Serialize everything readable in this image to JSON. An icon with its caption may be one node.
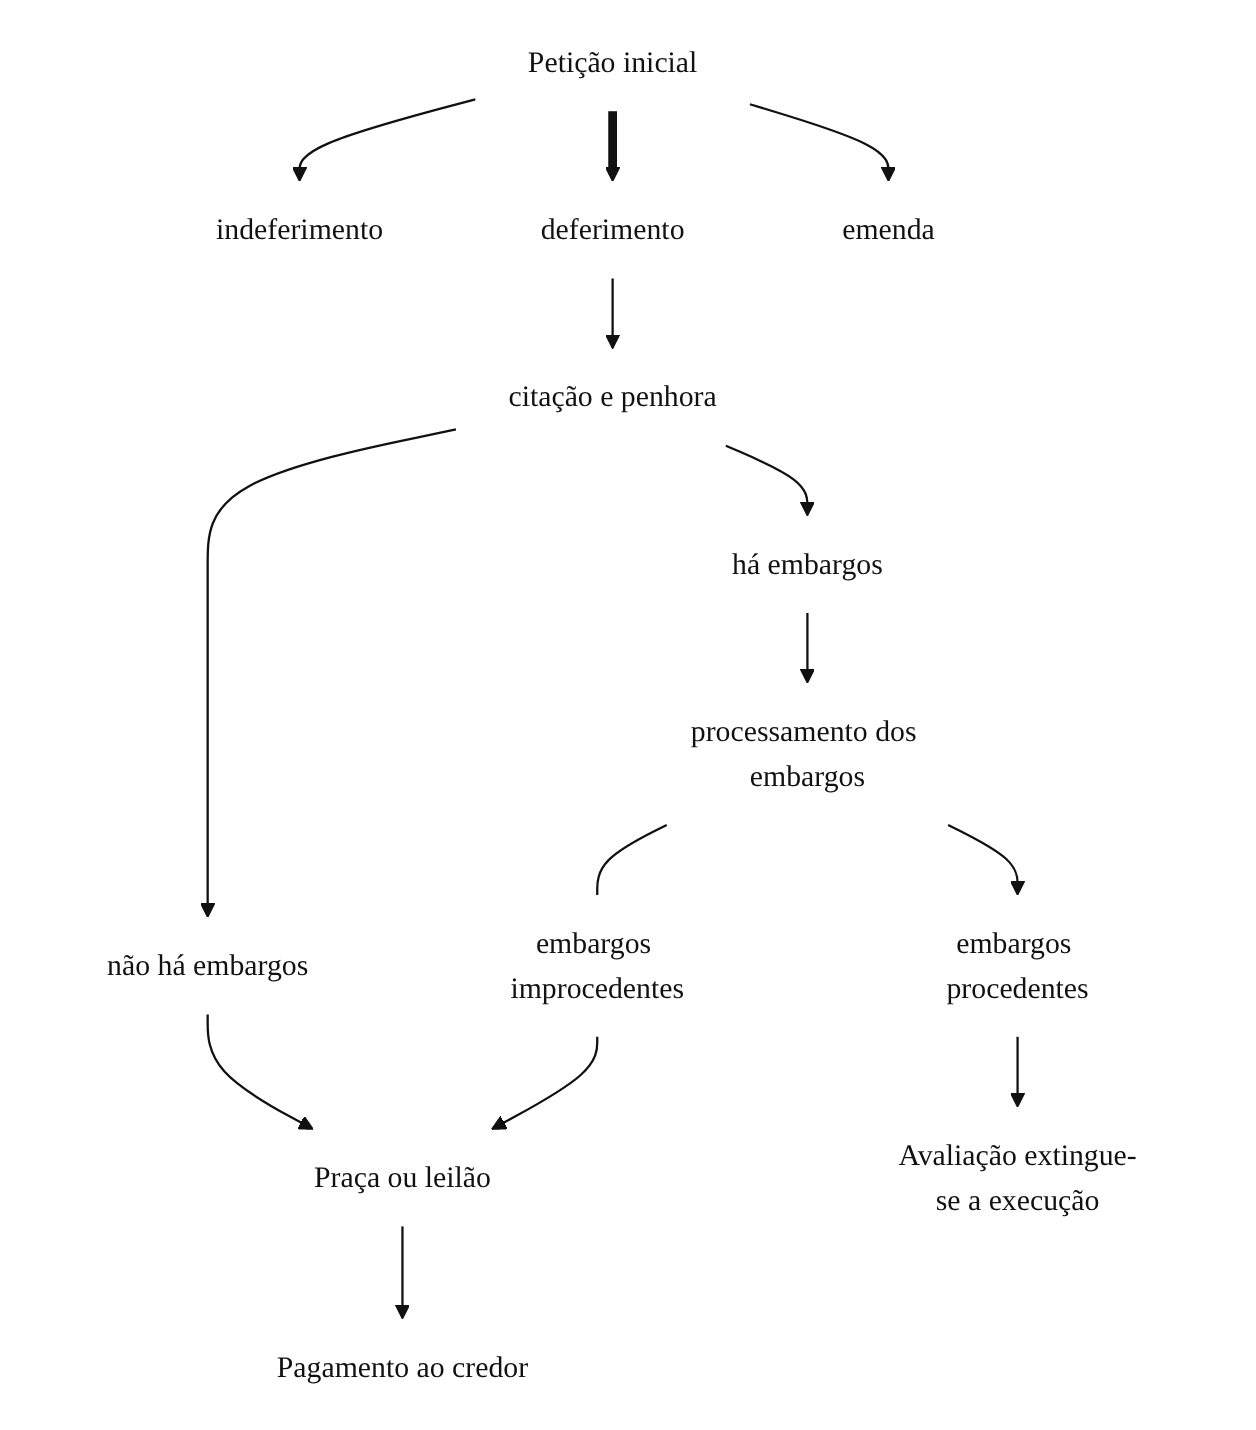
{
  "diagram": {
    "nodes": [
      {
        "text": [
          "Petição inicial"
        ]
      },
      {
        "text": [
          "indeferimento"
        ]
      },
      {
        "text": [
          "deferimento"
        ]
      },
      {
        "text": [
          "emenda"
        ]
      },
      {
        "text": [
          "citação e penhora"
        ]
      },
      {
        "text": [
          "não há embargos"
        ]
      },
      {
        "text": [
          "há embargos"
        ]
      },
      {
        "text": [
          "processamento dos embargos"
        ]
      },
      {
        "text": [
          "embargos improcedentes"
        ]
      },
      {
        "text": [
          "embargos procedentes"
        ]
      },
      {
        "text": [
          "Praça ou leilão"
        ]
      },
      {
        "text": [
          "Avaliação extingue-se a execução"
        ]
      },
      {
        "text": [
          "Pagamento ao credor"
        ]
      }
    ],
    "edges": [
      {
        "from": 0,
        "to": 1,
        "arrow": "to"
      },
      {
        "from": 0,
        "to": 2,
        "arrow": "to",
        "style": "thick"
      },
      {
        "from": 0,
        "to": 3,
        "arrow": "to"
      },
      {
        "from": 2,
        "to": 4,
        "arrow": "to"
      },
      {
        "from": 4,
        "to": 5,
        "arrow": "to"
      },
      {
        "from": 4,
        "to": 6,
        "arrow": "to"
      },
      {
        "from": 6,
        "to": 7,
        "arrow": "to"
      },
      {
        "from": 7,
        "to": 8,
        "arrow": "none"
      },
      {
        "from": 7,
        "to": 9,
        "arrow": "to"
      },
      {
        "from": 5,
        "to": 10,
        "arrow": "to"
      },
      {
        "from": 8,
        "to": 10,
        "arrow": "to"
      },
      {
        "from": 9,
        "to": 11,
        "arrow": "to"
      },
      {
        "from": 10,
        "to": 12,
        "arrow": "to"
      }
    ]
  }
}
